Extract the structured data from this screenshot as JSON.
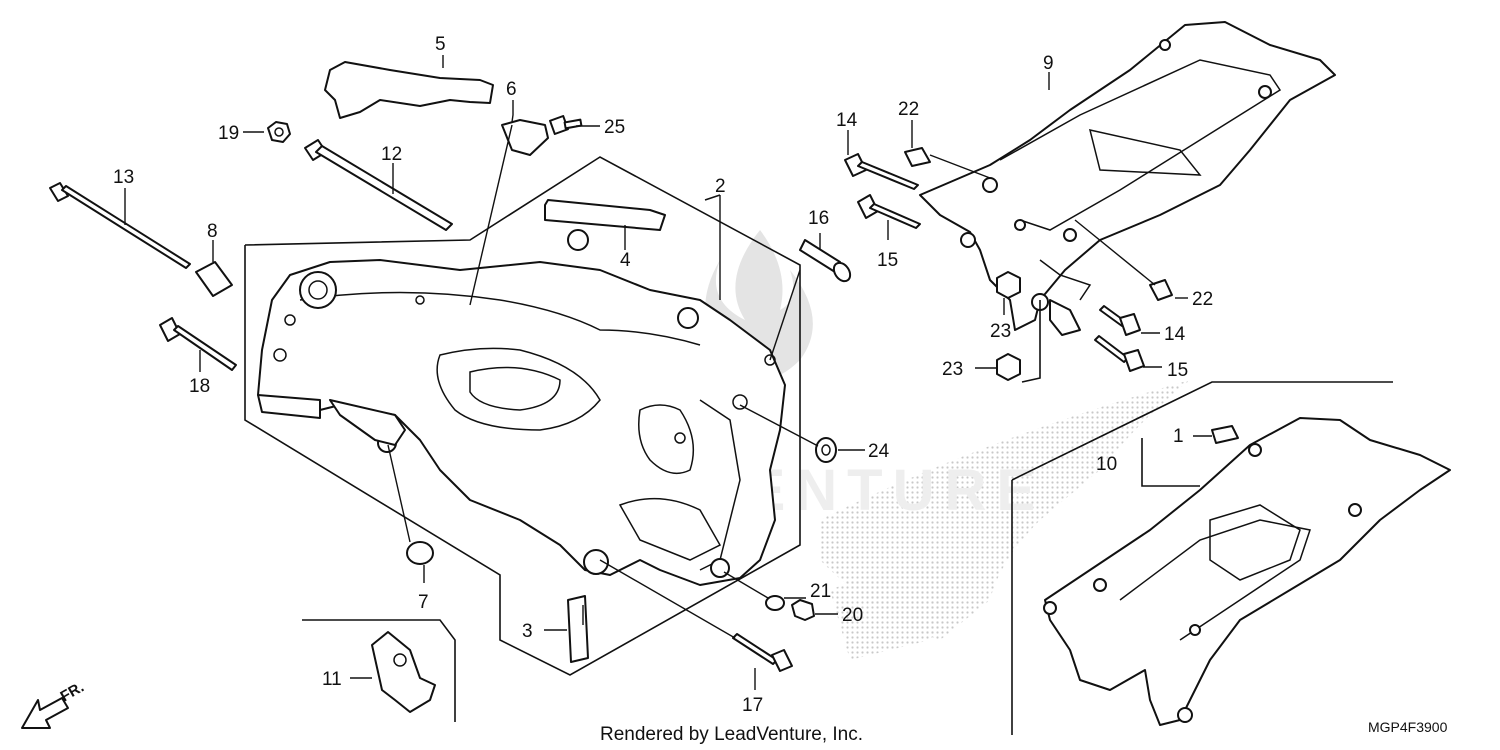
{
  "callouts": [
    {
      "id": "c1",
      "text": "1"
    },
    {
      "id": "c2",
      "text": "2"
    },
    {
      "id": "c3",
      "text": "3"
    },
    {
      "id": "c4",
      "text": "4"
    },
    {
      "id": "c5",
      "text": "5"
    },
    {
      "id": "c6",
      "text": "6"
    },
    {
      "id": "c7",
      "text": "7"
    },
    {
      "id": "c8",
      "text": "8"
    },
    {
      "id": "c9",
      "text": "9"
    },
    {
      "id": "c10",
      "text": "10"
    },
    {
      "id": "c11",
      "text": "11"
    },
    {
      "id": "c12",
      "text": "12"
    },
    {
      "id": "c13",
      "text": "13"
    },
    {
      "id": "c14a",
      "text": "14"
    },
    {
      "id": "c14b",
      "text": "14"
    },
    {
      "id": "c15a",
      "text": "15"
    },
    {
      "id": "c15b",
      "text": "15"
    },
    {
      "id": "c16",
      "text": "16"
    },
    {
      "id": "c17",
      "text": "17"
    },
    {
      "id": "c18",
      "text": "18"
    },
    {
      "id": "c19",
      "text": "19"
    },
    {
      "id": "c20",
      "text": "20"
    },
    {
      "id": "c21",
      "text": "21"
    },
    {
      "id": "c22a",
      "text": "22"
    },
    {
      "id": "c22b",
      "text": "22"
    },
    {
      "id": "c23a",
      "text": "23"
    },
    {
      "id": "c23b",
      "text": "23"
    },
    {
      "id": "c24",
      "text": "24"
    },
    {
      "id": "c25",
      "text": "25"
    }
  ],
  "direction_label": "FR.",
  "watermark_text": "LEADVENTURE",
  "footer_credit": "Rendered by LeadVenture, Inc.",
  "diagram_code": "MGP4F3900",
  "colors": {
    "ink": "#111111",
    "watermark": "#e4e4e4",
    "background": "#ffffff"
  }
}
